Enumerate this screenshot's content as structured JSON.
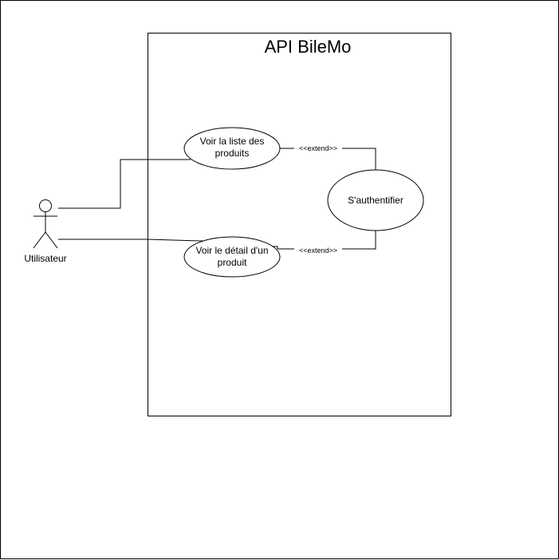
{
  "diagram": {
    "type": "use-case",
    "system": {
      "title": "API BileMo"
    },
    "actor": {
      "label": "Utilisateur"
    },
    "use_cases": [
      {
        "id": "liste",
        "line1": "Voir la liste des",
        "line2": "produits"
      },
      {
        "id": "detail",
        "line1": "Voir le détail d'un",
        "line2": "produit"
      },
      {
        "id": "auth",
        "line1": "S'authentifier"
      }
    ],
    "relations": [
      {
        "from": "liste",
        "to": "auth",
        "label": "<<extend>>"
      },
      {
        "from": "detail",
        "to": "auth",
        "label": "<<extend>>"
      }
    ],
    "colors": {
      "stroke": "#000000",
      "background": "#ffffff"
    }
  }
}
